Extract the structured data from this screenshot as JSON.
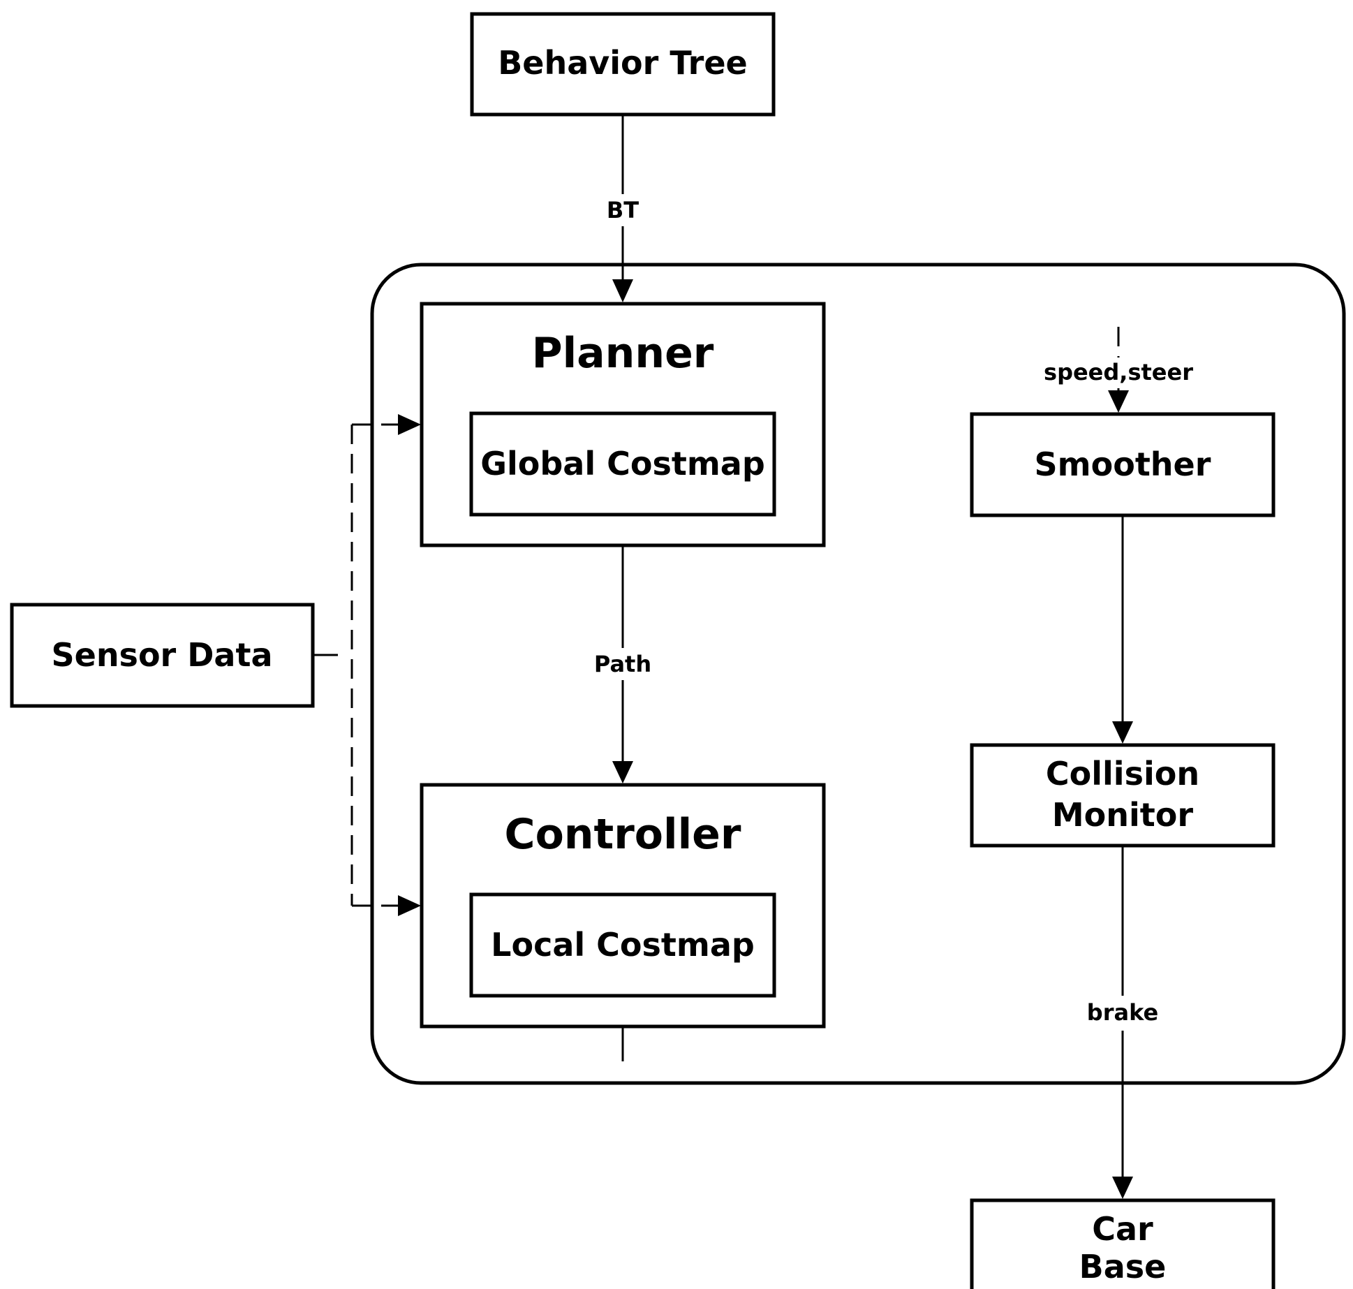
{
  "diagram": {
    "nodes": {
      "behavior_tree": "Behavior Tree",
      "planner": "Planner",
      "global_costmap": "Global Costmap",
      "controller": "Controller",
      "local_costmap": "Local Costmap",
      "sensor_data": "Sensor Data",
      "smoother": "Smoother",
      "collision_monitor_line1": "Collision",
      "collision_monitor_line2": "Monitor",
      "car_base_line1": "Car",
      "car_base_line2": "Base"
    },
    "edges": {
      "bt": "BT",
      "path": "Path",
      "speed_steer": "speed,steer",
      "brake": "brake"
    }
  }
}
